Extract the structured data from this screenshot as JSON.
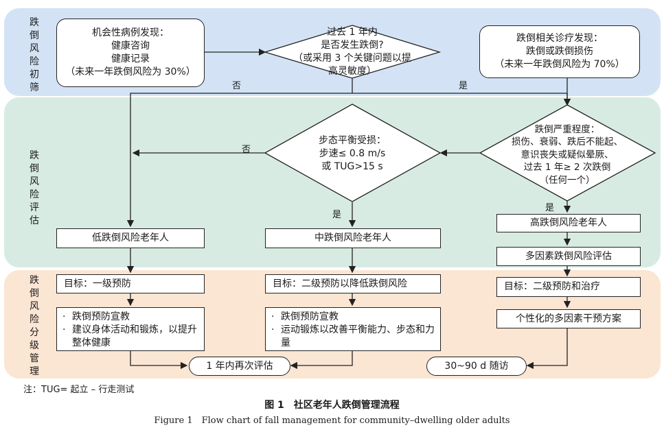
{
  "bands": {
    "screening": "跌倒风险初筛",
    "assessment": "跌倒风险评估",
    "management": "跌倒风险分级管理"
  },
  "nodes": {
    "opportunistic": "机会性病例发现：\n健康咨询\n健康记录\n（未来一年跌倒风险为 30%）",
    "fall_question": "过去 1 年内\n是否发生跌倒?\n（或采用 3 个关键问题以提\n高灵敏度）",
    "fall_related": "跌倒相关诊疗发现：\n跌倒或跌倒损伤\n（未来一年跌倒风险为 70%）",
    "gait": "步态平衡受损：\n步速≤ 0.8 m/s\n或 TUG>15 s",
    "severity": "跌倒严重程度：\n损伤、衰弱、跌后不能起、\n意识丧失或疑似晕厥、\n过去 1 年≥ 2 次跌倒\n（任何一个）",
    "low_risk": "低跌倒风险老年人",
    "mid_risk": "中跌倒风险老年人",
    "high_risk": "高跌倒风险老年人",
    "multifactor_assess": "多因素跌倒风险评估",
    "goal_low": "目标：一级预防",
    "goal_mid": "目标：二级预防以降低跌倒风险",
    "goal_high": "目标：二级预防和治疗",
    "individual_plan": "个性化的多因素干预方案",
    "reassess": "1 年内再次评估",
    "followup": "30~90 d 随访"
  },
  "bullets": {
    "low": [
      "跌倒预防宣教",
      "建议身体活动和锻炼，以提升整体健康"
    ],
    "mid": [
      "跌倒预防宣教",
      "运动锻炼以改善平衡能力、步态和力量"
    ]
  },
  "edge_labels": {
    "no_top": "否",
    "yes_top": "是",
    "no_gait": "否",
    "yes_gait": "是",
    "yes_severity": "是"
  },
  "note": "注：TUG= 起立 – 行走测试",
  "caption_cn": "图 1　社区老年人跌倒管理流程",
  "caption_en": "Figure 1　Flow chart of fall management for community–dwelling older adults"
}
